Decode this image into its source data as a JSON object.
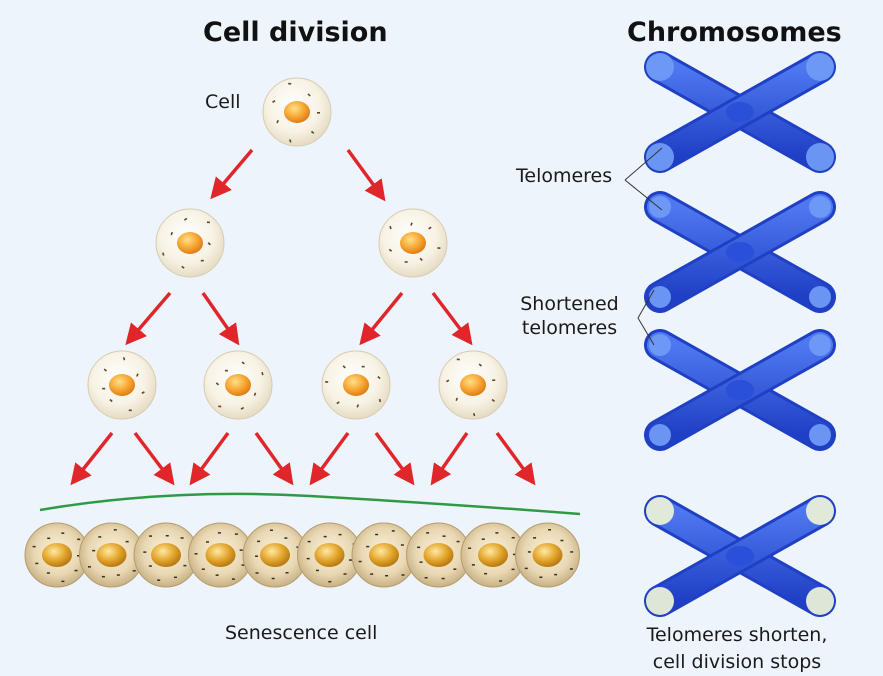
{
  "titles": {
    "left": "Cell division",
    "right": "Chromosomes"
  },
  "labels": {
    "cell": "Cell",
    "telomeres": "Telomeres",
    "shortened_line1": "Shortened",
    "shortened_line2": "telomeres",
    "senescence": "Senescence cell",
    "stop_line1": "Telomeres shorten,",
    "stop_line2": "cell division stops"
  },
  "colors": {
    "background": "#eef4fb",
    "arrow": "#e0262a",
    "chromosome": "#2a4fd8",
    "chromosome_light": "#4f78f0",
    "telomere_tip": "#6f9af5",
    "senescence_tip": "#e9efd8",
    "cell_nucleus": "#f6a531",
    "senescent_nucleus": "#e2a42a",
    "green_line": "#2f9a45"
  }
}
